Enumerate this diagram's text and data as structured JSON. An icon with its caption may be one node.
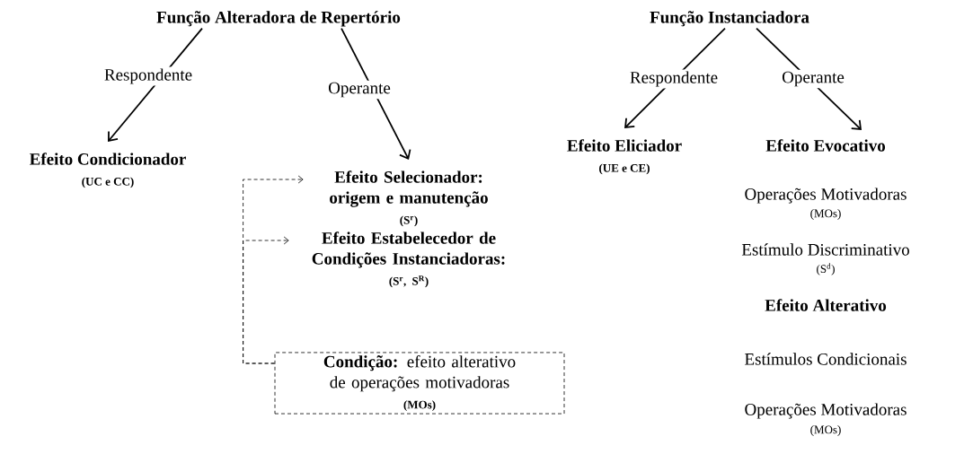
{
  "diagram": {
    "nodes": [
      {
        "text": [
          "Função Alteradora de Repertório"
        ]
      },
      {
        "text": [
          "Efeito Condicionador",
          "(UC e CC)"
        ]
      },
      {
        "text": [
          "Efeito Selecionador: origem e manutenção",
          "(S$^{r}$)"
        ]
      },
      {
        "text": [
          "Efeito Estabelecedor de Condições Instanciadoras:",
          "(S$^{r}$, S$^{R}$)"
        ]
      },
      {
        "text": [
          "**Condição:** efeito alterativo de operações motivadoras",
          "(MOs)"
        ]
      },
      {
        "text": [
          "Função Instanciadora"
        ]
      },
      {
        "text": [
          "Efeito Eliciador",
          "(UE e CE)"
        ]
      },
      {
        "text": [
          "Efeito Evocativo"
        ]
      }
    ],
    "edges": [
      {
        "from": 0,
        "to": 1,
        "arrow": "to",
        "label": "Respondente"
      },
      {
        "from": 0,
        "to": 2,
        "arrow": "to",
        "label": "Operante"
      },
      {
        "from": 5,
        "to": 6,
        "arrow": "to",
        "label": "Respondente"
      },
      {
        "from": 5,
        "to": 7,
        "arrow": "to",
        "label": "Operante"
      },
      {
        "from": 4,
        "to": 2,
        "arrow": "to",
        "style": "dashed"
      },
      {
        "from": 4,
        "to": 3,
        "arrow": "to",
        "style": "dashed"
      }
    ],
    "labels": [
      "Operações Motivadoras",
      "(MOs)",
      "Estímulo Discriminativo",
      "(S$^{d}$)",
      "Efeito Alterativo",
      "Estímulos Condicionais",
      "Operações Motivadoras",
      "(MOs)"
    ]
  }
}
